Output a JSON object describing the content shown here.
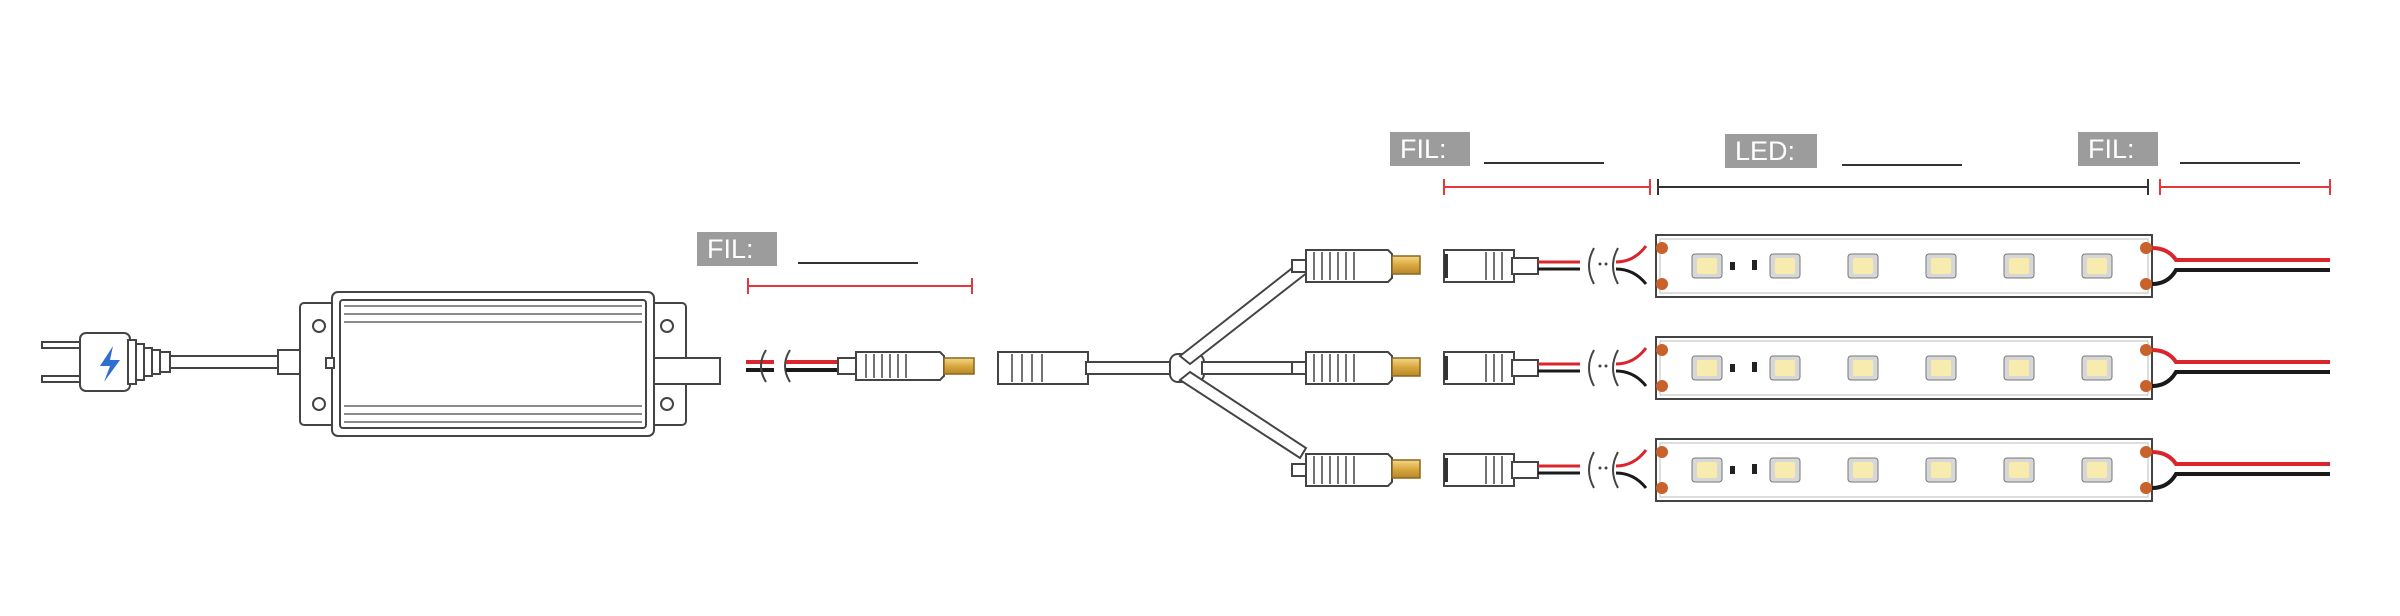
{
  "labels": {
    "fil_left": "FIL:",
    "fil_mid": "FIL:",
    "led": "LED:",
    "fil_right": "FIL:"
  },
  "colors": {
    "outline": "#444444",
    "wire_red": "#d9252b",
    "wire_black": "#1a1a1a",
    "pad_orange": "#c8612a",
    "dimension_red": "#e3383d",
    "dimension_dark": "#333333",
    "label_gray": "#9c9c9c",
    "plug_blue": "#2f6fd1",
    "connector_tip": "#e2b857"
  },
  "icons": {
    "plug": "lightning-plug-icon"
  },
  "strip": {
    "rows": 3,
    "leds_per_strip": 6
  }
}
